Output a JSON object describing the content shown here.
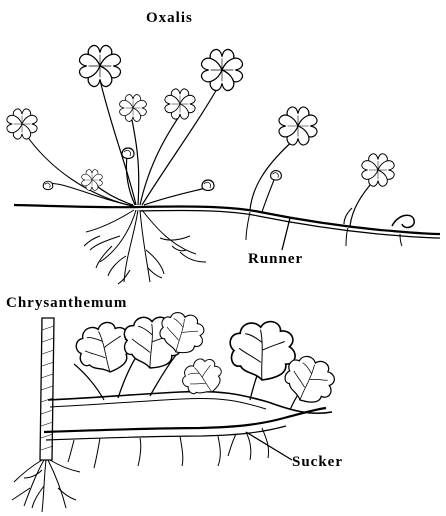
{
  "diagram": {
    "oxalis": {
      "title": "Oxalis",
      "part_label": "Runner"
    },
    "chrysanthemum": {
      "title": "Chrysanthemum",
      "part_label": "Sucker"
    }
  }
}
